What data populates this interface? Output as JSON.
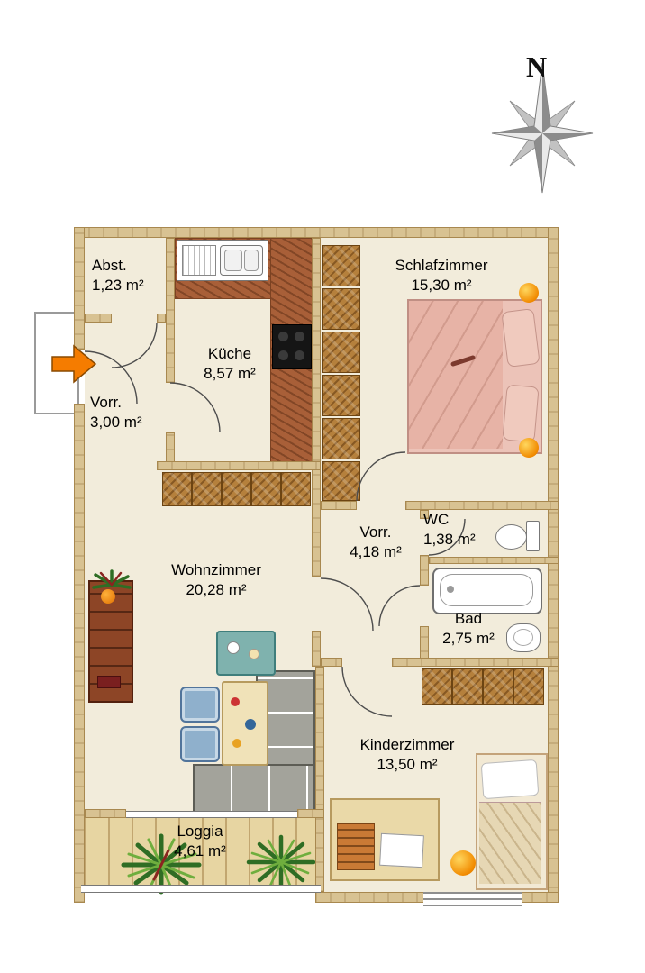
{
  "compass": {
    "label": "N"
  },
  "rooms": [
    {
      "id": "abstellraum",
      "name": "Abst.",
      "area": "1,23 m²"
    },
    {
      "id": "kueche",
      "name": "Küche",
      "area": "8,57 m²"
    },
    {
      "id": "vorraum1",
      "name": "Vorr.",
      "area": "3,00 m²"
    },
    {
      "id": "schlafzimmer",
      "name": "Schlafzimmer",
      "area": "15,30 m²"
    },
    {
      "id": "vorraum2",
      "name": "Vorr.",
      "area": "4,18 m²"
    },
    {
      "id": "wc",
      "name": "WC",
      "area": "1,38 m²"
    },
    {
      "id": "bad",
      "name": "Bad",
      "area": "2,75 m²"
    },
    {
      "id": "wohnzimmer",
      "name": "Wohnzimmer",
      "area": "20,28 m²"
    },
    {
      "id": "kinderzimmer",
      "name": "Kinderzimmer",
      "area": "13,50 m²"
    },
    {
      "id": "loggia",
      "name": "Loggia",
      "area": "4,61 m²"
    }
  ],
  "colors": {
    "wall": "#d8c292",
    "floor": "#f2ecdb",
    "wood_furniture": "#b5803c",
    "kitchen_counter": "#a85f38",
    "bed": "#ecc3b8",
    "entrance_arrow": "#f57c00",
    "lamp": "#f18a00"
  }
}
